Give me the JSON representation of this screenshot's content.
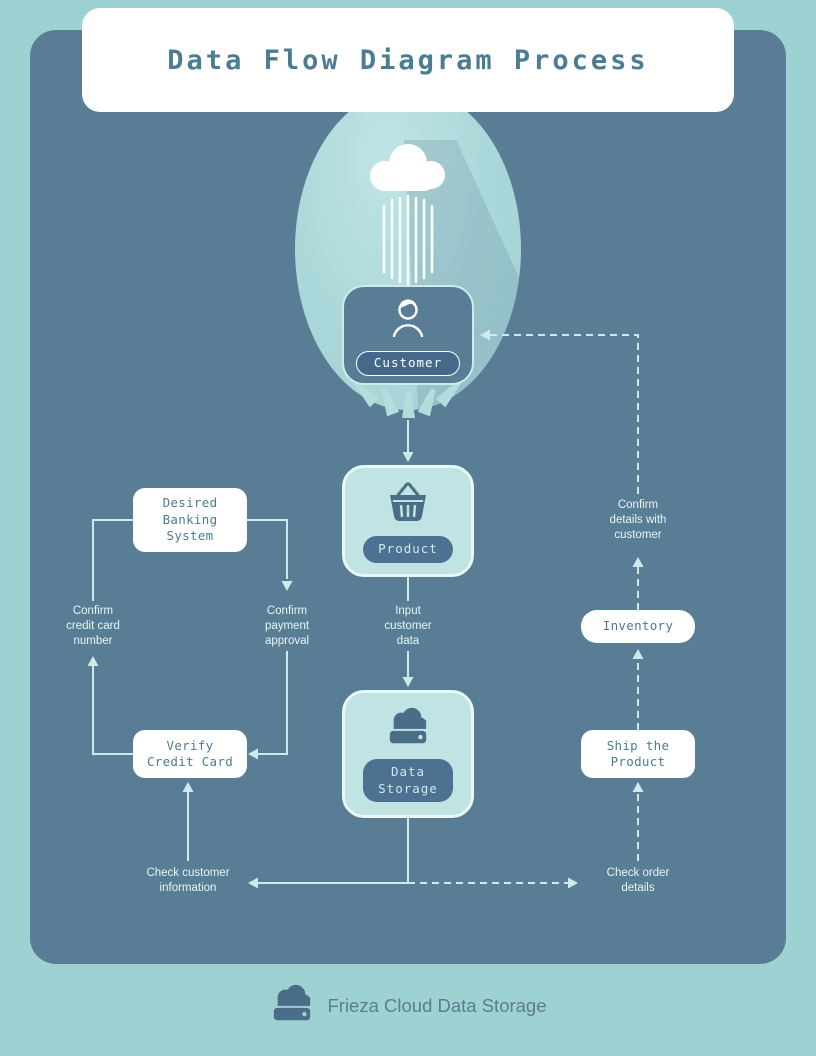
{
  "page": {
    "title": "Data Flow Diagram Process",
    "footer_brand": "Frieza Cloud Data Storage"
  },
  "nodes": {
    "customer": "Customer",
    "product": "Product",
    "data_storage": "Data\nStorage",
    "banking": "Desired\nBanking\nSystem",
    "verify_credit_card": "Verify\nCredit Card",
    "inventory": "Inventory",
    "ship_product": "Ship the\nProduct"
  },
  "edge_labels": {
    "confirm_credit_card_number": "Confirm\ncredit card\nnumber",
    "confirm_payment_approval": "Confirm\npayment\napproval",
    "input_customer_data": "Input\ncustomer\ndata",
    "check_customer_information": "Check customer\ninformation",
    "check_order_details": "Check order\ndetails",
    "confirm_details_with_customer": "Confirm\ndetails with\ncustomer"
  },
  "icons": {
    "rain-cloud-icon": "white fluffy cloud with rain streaks",
    "person-icon": "customer head and shoulders line art",
    "basket-icon": "shopping basket",
    "cloud-storage-icon": "cloud over storage drive",
    "brand-logo-icon": "cloud over storage drive"
  },
  "colors": {
    "page_bg": "#9ed1d1",
    "panel": "#587d95",
    "line": "#cfeaea",
    "node_fill": "#c1e3e4",
    "node_border": "#e9f7f8",
    "pill_dark": "#4d7190",
    "pill_customer": "#46688a",
    "title_text": "#4a7d92",
    "box_text": "#4d7b93",
    "footer_text": "#5c7d8f"
  }
}
